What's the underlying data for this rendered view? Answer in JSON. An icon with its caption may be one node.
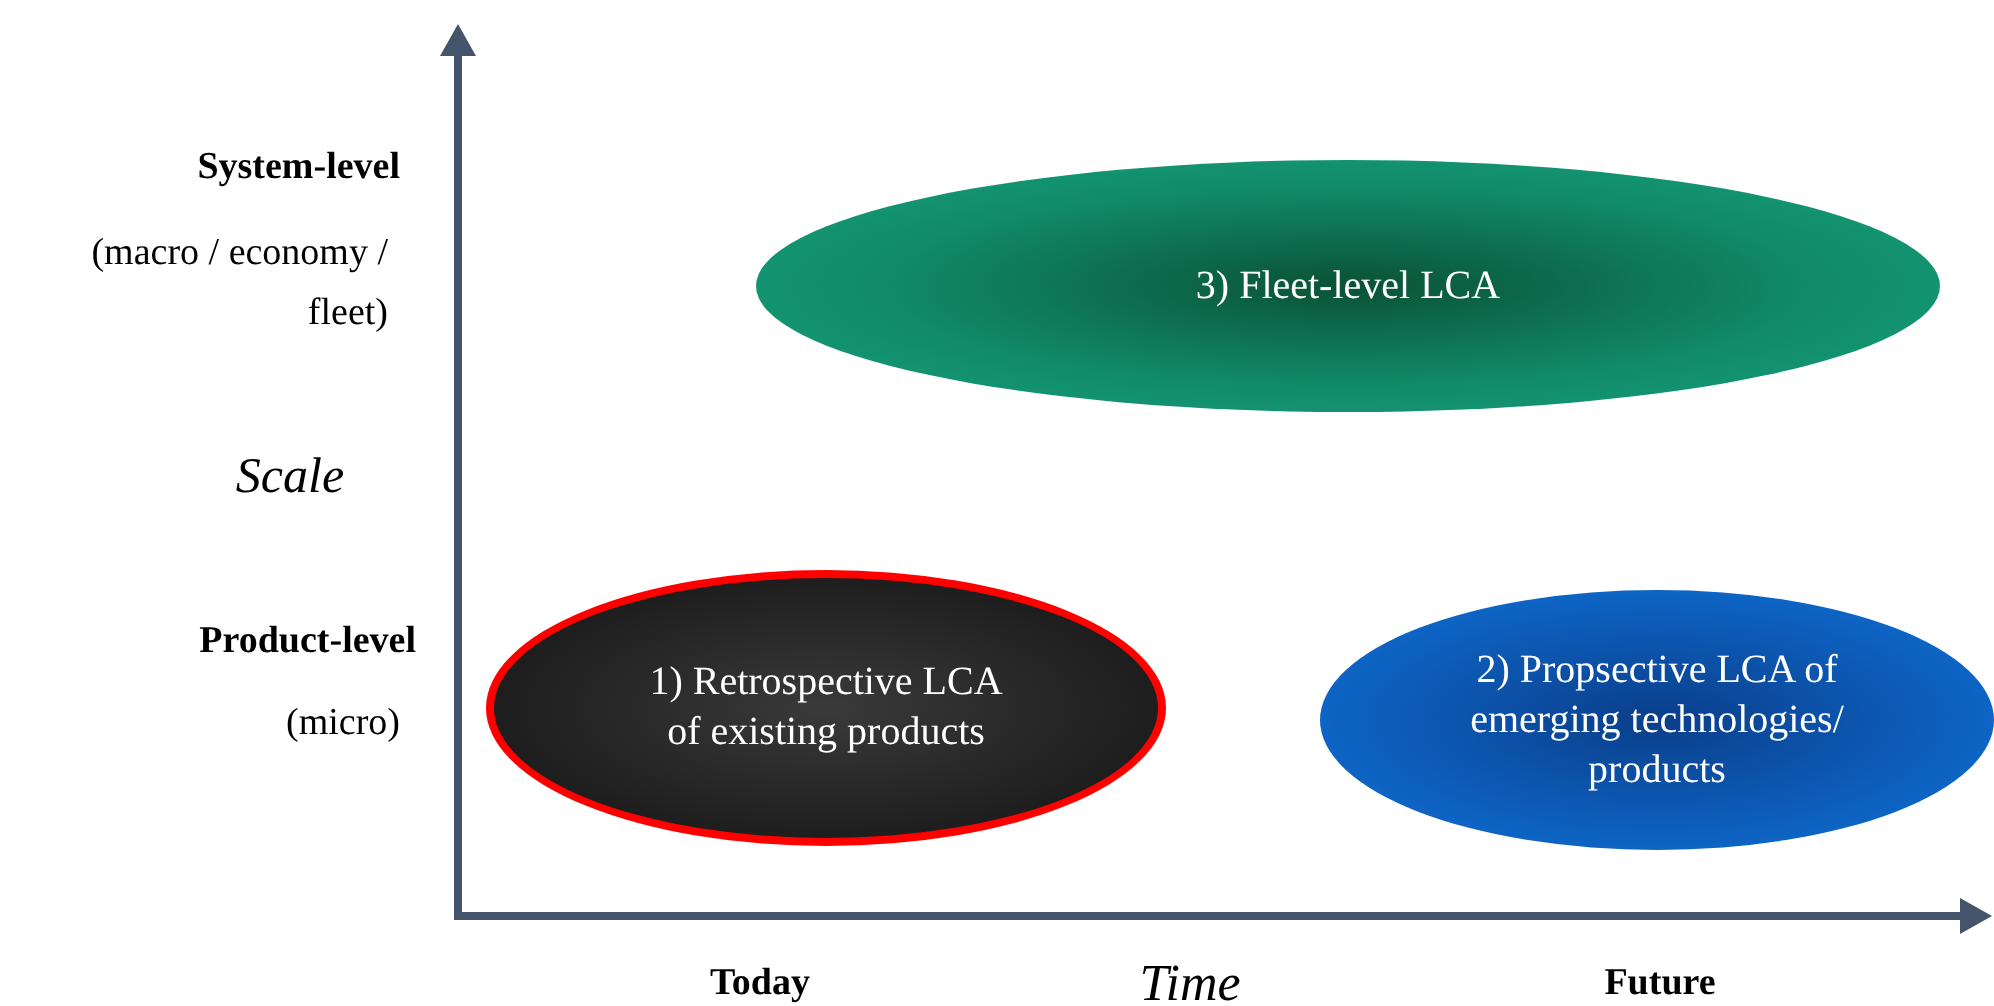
{
  "diagram": {
    "nodes": [
      {
        "text": [
          "3) Fleet-level LCA"
        ]
      },
      {
        "text": [
          "1) Retrospective LCA of existing products"
        ]
      },
      {
        "text": [
          "2) Propsective LCA of emerging technologies/ products"
        ]
      }
    ],
    "labels": [
      "System-level",
      "(macro / economy / fleet)",
      "Scale",
      "Product-level",
      "(micro)",
      "Today",
      "Time",
      "Future"
    ]
  }
}
